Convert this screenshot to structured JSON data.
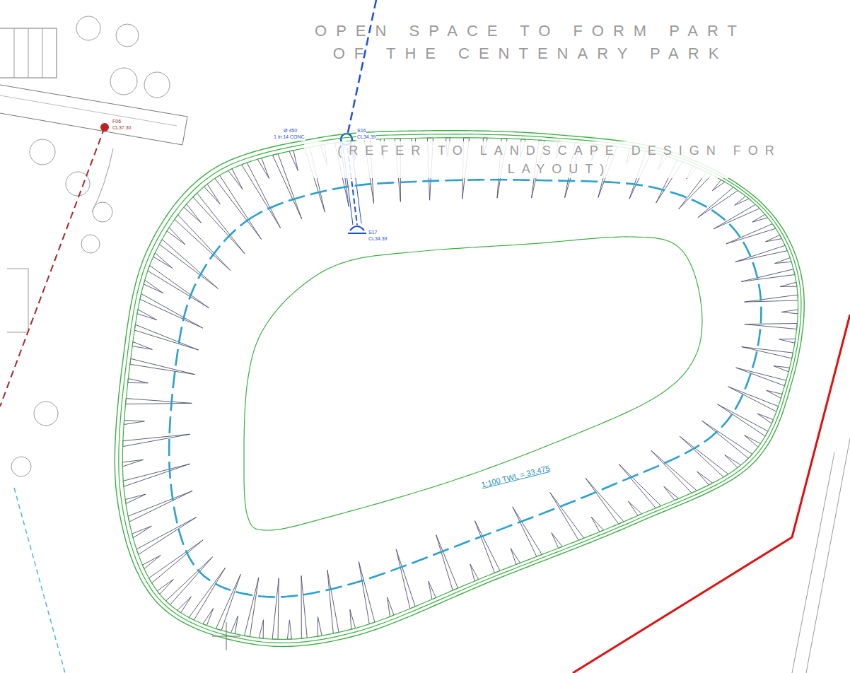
{
  "diagram": {
    "labels": [
      "OPEN SPACE TO FORM PART OF THE CENTENARY PARK",
      "(REFER TO LANDSCAPE DESIGN FOR LAYOUT)",
      "1:100 TWL = 33.475",
      "Ø 450",
      "1 in 14 CONC",
      "S16",
      "CL34.39",
      "S17",
      "CL34.39",
      "F06",
      "CL37.30"
    ]
  }
}
